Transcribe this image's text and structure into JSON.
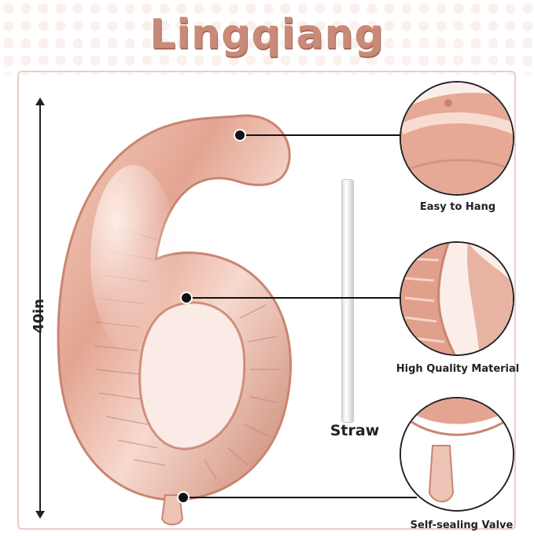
{
  "brand": {
    "title": "Lingqiang",
    "color": "#c98a7a"
  },
  "dimension": {
    "label": "40in"
  },
  "product": {
    "digit": "6",
    "color": "#e2a38f"
  },
  "straw": {
    "label": "Straw"
  },
  "features": [
    {
      "label": "Easy to Hang"
    },
    {
      "label": "High Quality Material"
    },
    {
      "label": "Self-sealing Valve"
    }
  ]
}
